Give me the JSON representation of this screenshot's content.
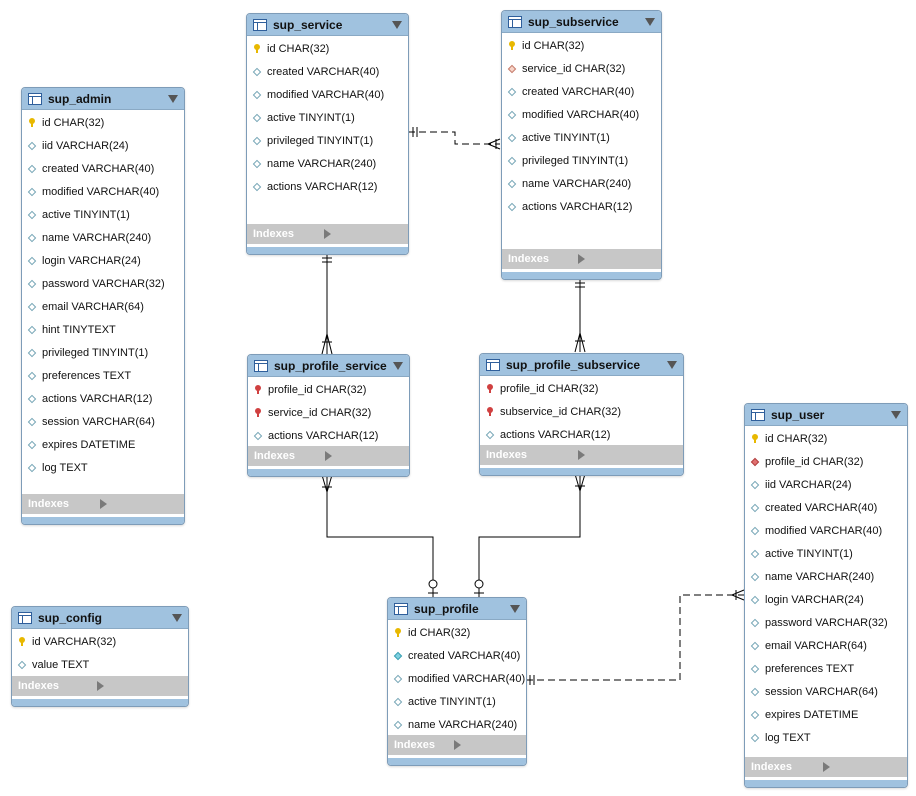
{
  "tables": {
    "sup_admin": {
      "name": "sup_admin",
      "columns": [
        {
          "text": "id CHAR(32)",
          "icon": "primary-key-icon"
        },
        {
          "text": "iid VARCHAR(24)",
          "icon": "column-icon"
        },
        {
          "text": "created VARCHAR(40)",
          "icon": "column-icon"
        },
        {
          "text": "modified VARCHAR(40)",
          "icon": "column-icon"
        },
        {
          "text": "active TINYINT(1)",
          "icon": "column-icon"
        },
        {
          "text": "name VARCHAR(240)",
          "icon": "column-icon"
        },
        {
          "text": "login VARCHAR(24)",
          "icon": "column-icon"
        },
        {
          "text": "password VARCHAR(32)",
          "icon": "column-icon"
        },
        {
          "text": "email VARCHAR(64)",
          "icon": "column-icon"
        },
        {
          "text": "hint TINYTEXT",
          "icon": "column-icon"
        },
        {
          "text": "privileged TINYINT(1)",
          "icon": "column-icon"
        },
        {
          "text": "preferences TEXT",
          "icon": "column-icon"
        },
        {
          "text": "actions VARCHAR(12)",
          "icon": "column-icon"
        },
        {
          "text": "session VARCHAR(64)",
          "icon": "column-icon"
        },
        {
          "text": "expires DATETIME",
          "icon": "column-icon"
        },
        {
          "text": "log TEXT",
          "icon": "column-icon"
        }
      ],
      "indexes_label": "Indexes"
    },
    "sup_config": {
      "name": "sup_config",
      "columns": [
        {
          "text": "id VARCHAR(32)",
          "icon": "primary-key-icon"
        },
        {
          "text": "value TEXT",
          "icon": "column-icon"
        }
      ],
      "indexes_label": "Indexes"
    },
    "sup_service": {
      "name": "sup_service",
      "columns": [
        {
          "text": "id CHAR(32)",
          "icon": "primary-key-icon"
        },
        {
          "text": "created VARCHAR(40)",
          "icon": "column-icon"
        },
        {
          "text": "modified VARCHAR(40)",
          "icon": "column-icon"
        },
        {
          "text": "active TINYINT(1)",
          "icon": "column-icon"
        },
        {
          "text": "privileged TINYINT(1)",
          "icon": "column-icon"
        },
        {
          "text": "name VARCHAR(240)",
          "icon": "column-icon"
        },
        {
          "text": "actions VARCHAR(12)",
          "icon": "column-icon"
        }
      ],
      "indexes_label": "Indexes"
    },
    "sup_subservice": {
      "name": "sup_subservice",
      "columns": [
        {
          "text": "id CHAR(32)",
          "icon": "primary-key-icon"
        },
        {
          "text": "service_id CHAR(32)",
          "icon": "foreign-key-icon"
        },
        {
          "text": "created VARCHAR(40)",
          "icon": "column-icon"
        },
        {
          "text": "modified VARCHAR(40)",
          "icon": "column-icon"
        },
        {
          "text": "active TINYINT(1)",
          "icon": "column-icon"
        },
        {
          "text": "privileged TINYINT(1)",
          "icon": "column-icon"
        },
        {
          "text": "name VARCHAR(240)",
          "icon": "column-icon"
        },
        {
          "text": "actions VARCHAR(12)",
          "icon": "column-icon"
        }
      ],
      "indexes_label": "Indexes"
    },
    "sup_profile_service": {
      "name": "sup_profile_service",
      "columns": [
        {
          "text": "profile_id CHAR(32)",
          "icon": "primary-foreign-key-icon"
        },
        {
          "text": "service_id CHAR(32)",
          "icon": "primary-foreign-key-icon"
        },
        {
          "text": "actions VARCHAR(12)",
          "icon": "column-icon"
        }
      ],
      "indexes_label": "Indexes"
    },
    "sup_profile_subservice": {
      "name": "sup_profile_subservice",
      "columns": [
        {
          "text": "profile_id CHAR(32)",
          "icon": "primary-foreign-key-icon"
        },
        {
          "text": "subservice_id CHAR(32)",
          "icon": "primary-foreign-key-icon"
        },
        {
          "text": "actions VARCHAR(12)",
          "icon": "column-icon"
        }
      ],
      "indexes_label": "Indexes"
    },
    "sup_profile": {
      "name": "sup_profile",
      "columns": [
        {
          "text": "id CHAR(32)",
          "icon": "primary-key-icon"
        },
        {
          "text": "created VARCHAR(40)",
          "icon": "not-null-column-icon"
        },
        {
          "text": "modified VARCHAR(40)",
          "icon": "column-icon"
        },
        {
          "text": "active TINYINT(1)",
          "icon": "column-icon"
        },
        {
          "text": "name VARCHAR(240)",
          "icon": "column-icon"
        }
      ],
      "indexes_label": "Indexes"
    },
    "sup_user": {
      "name": "sup_user",
      "columns": [
        {
          "text": "id CHAR(32)",
          "icon": "primary-key-icon"
        },
        {
          "text": "profile_id CHAR(32)",
          "icon": "foreign-key-notnull-icon"
        },
        {
          "text": "iid VARCHAR(24)",
          "icon": "column-icon"
        },
        {
          "text": "created VARCHAR(40)",
          "icon": "column-icon"
        },
        {
          "text": "modified VARCHAR(40)",
          "icon": "column-icon"
        },
        {
          "text": "active TINYINT(1)",
          "icon": "column-icon"
        },
        {
          "text": "name VARCHAR(240)",
          "icon": "column-icon"
        },
        {
          "text": "login VARCHAR(24)",
          "icon": "column-icon"
        },
        {
          "text": "password VARCHAR(32)",
          "icon": "column-icon"
        },
        {
          "text": "email VARCHAR(64)",
          "icon": "column-icon"
        },
        {
          "text": "preferences TEXT",
          "icon": "column-icon"
        },
        {
          "text": "session VARCHAR(64)",
          "icon": "column-icon"
        },
        {
          "text": "expires DATETIME",
          "icon": "column-icon"
        },
        {
          "text": "log TEXT",
          "icon": "column-icon"
        }
      ],
      "indexes_label": "Indexes"
    }
  },
  "relationships": [
    {
      "from": "sup_service",
      "to": "sup_subservice",
      "type": "one-to-many",
      "line": "dashed"
    },
    {
      "from": "sup_service",
      "to": "sup_profile_service",
      "type": "one-to-many",
      "line": "solid"
    },
    {
      "from": "sup_subservice",
      "to": "sup_profile_subservice",
      "type": "one-to-many",
      "line": "solid"
    },
    {
      "from": "sup_profile",
      "to": "sup_profile_service",
      "type": "zero-or-one-to-many",
      "line": "solid"
    },
    {
      "from": "sup_profile",
      "to": "sup_profile_subservice",
      "type": "zero-or-one-to-many",
      "line": "solid"
    },
    {
      "from": "sup_profile",
      "to": "sup_user",
      "type": "one-to-many",
      "line": "dashed"
    }
  ],
  "colors": {
    "header": "#a0c2df",
    "indexes_bar": "#c7c7c7",
    "primary_key": "#e8b800",
    "primary_foreign_key": "#d04040",
    "connector": "#000000"
  }
}
